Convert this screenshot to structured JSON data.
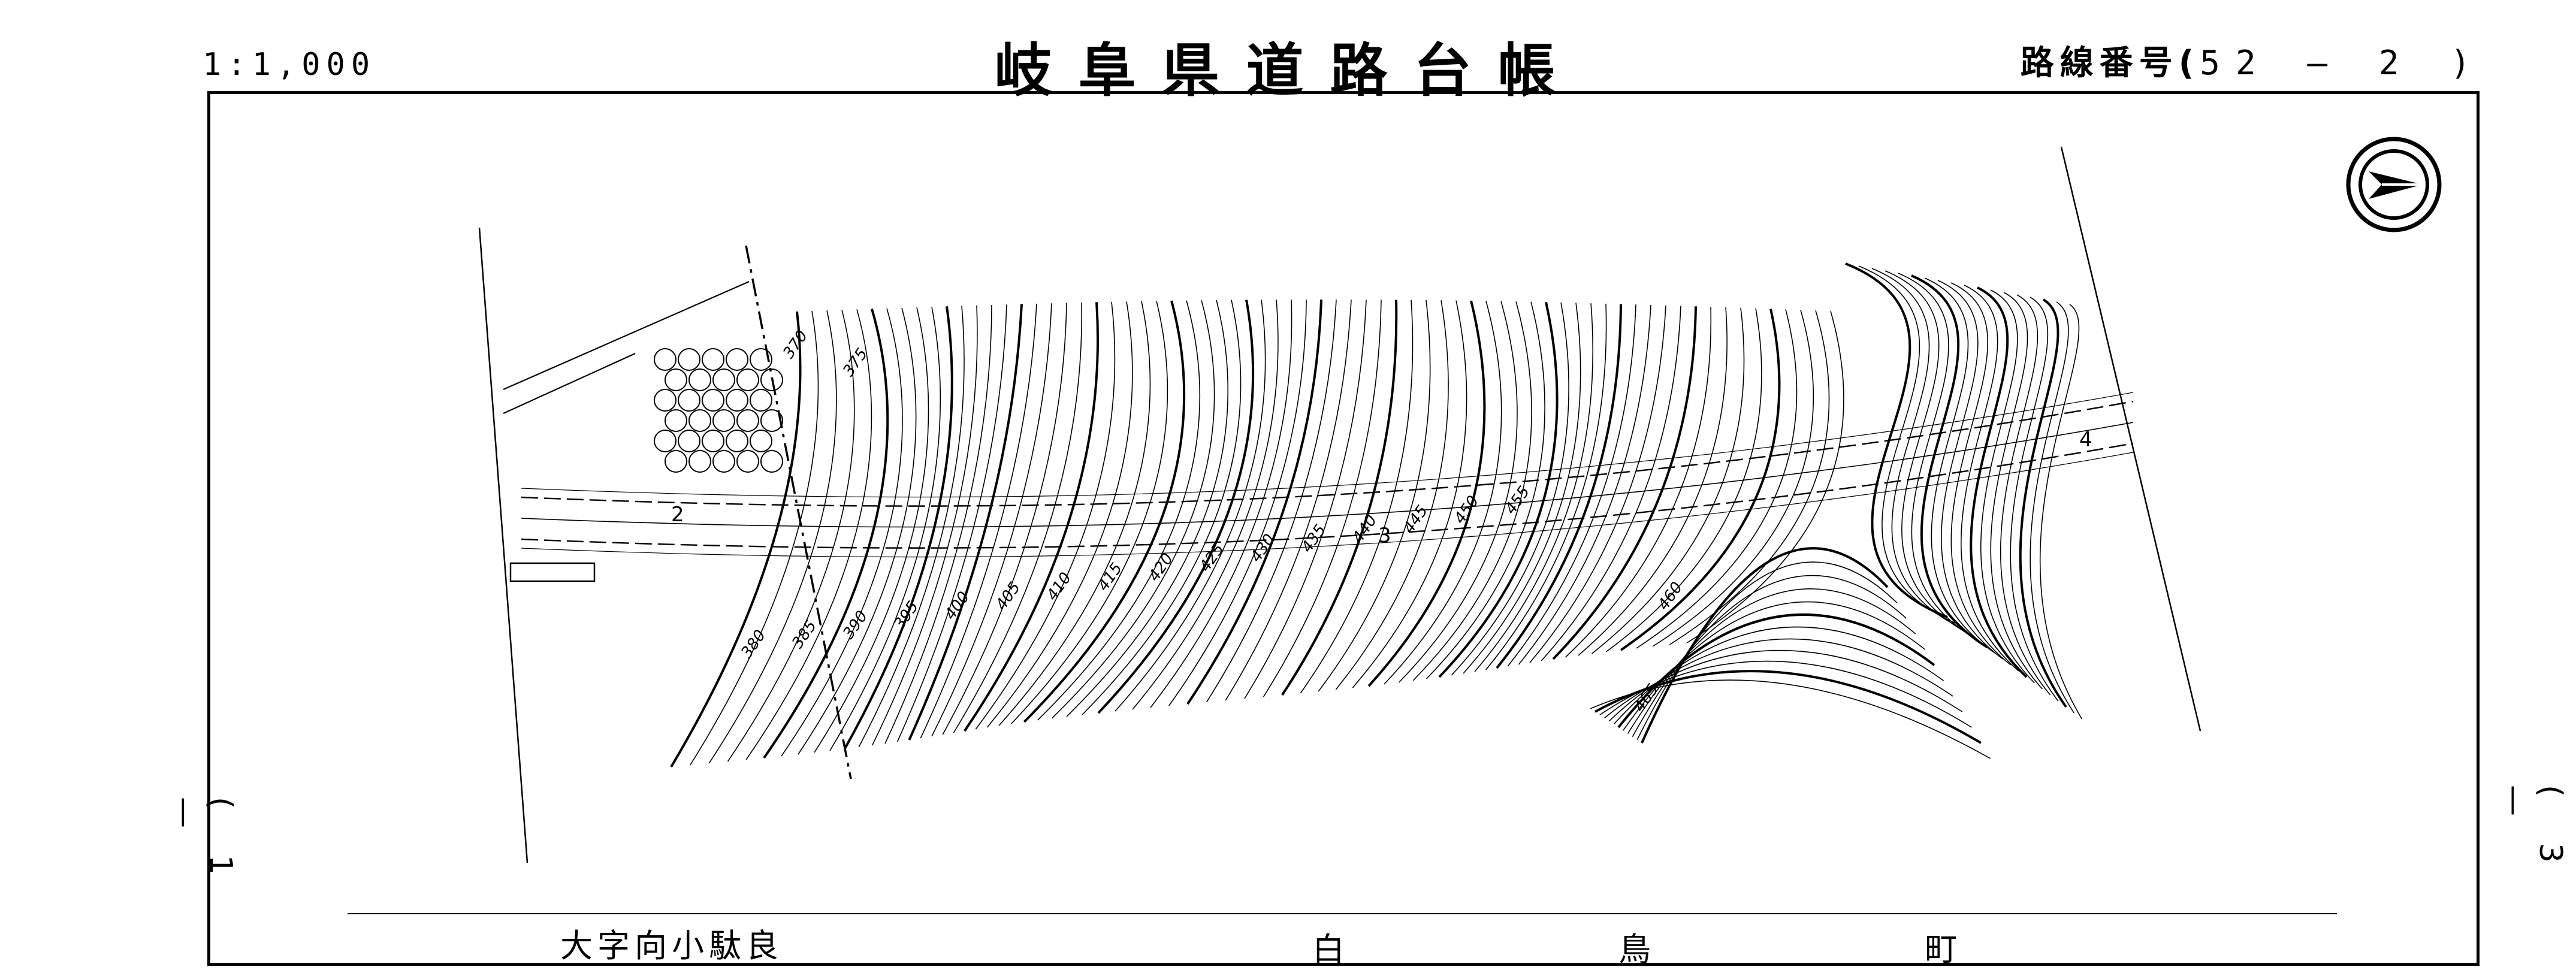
{
  "header": {
    "scale": "1:1,000",
    "title": "岐阜県道路台帳",
    "route_label": "路線番号(",
    "route_number": "52 — 2 )"
  },
  "sheet_marks": {
    "left": "( 1 —",
    "right": "( 3 —"
  },
  "map": {
    "contour_labels": [
      "370",
      "375",
      "380",
      "385",
      "390",
      "395",
      "400",
      "405",
      "410",
      "415",
      "420",
      "425",
      "430",
      "435",
      "440",
      "445",
      "450",
      "455",
      "460",
      "465"
    ],
    "station_labels": [
      "2",
      "3",
      "4"
    ],
    "place_left": "大字向小駄良",
    "place_right": "白 鳥 町",
    "north_arrow": "north-arrow-icon"
  }
}
